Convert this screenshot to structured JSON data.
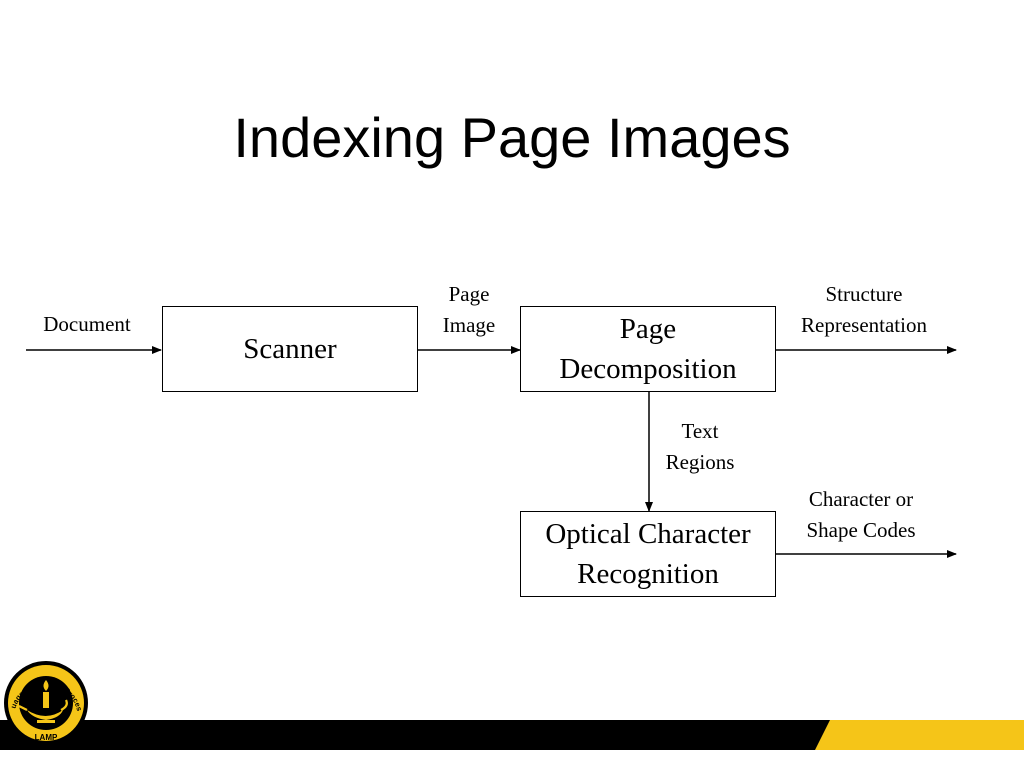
{
  "slide": {
    "title": "Indexing Page Images"
  },
  "diagram": {
    "nodes": {
      "scanner": "Scanner",
      "page_decomposition": "Page\nDecomposition",
      "ocr": "Optical Character\nRecognition"
    },
    "edges": {
      "document": "Document",
      "page_image": "Page\nImage",
      "structure_representation": "Structure\nRepresentation",
      "text_regions": "Text\nRegions",
      "character_codes": "Character or\nShape Codes"
    }
  },
  "logo": {
    "ring_text": "Language And Media Processing",
    "acronym": "LAMP"
  },
  "colors": {
    "accent_gold": "#f5c518",
    "bar_black": "#000000"
  }
}
